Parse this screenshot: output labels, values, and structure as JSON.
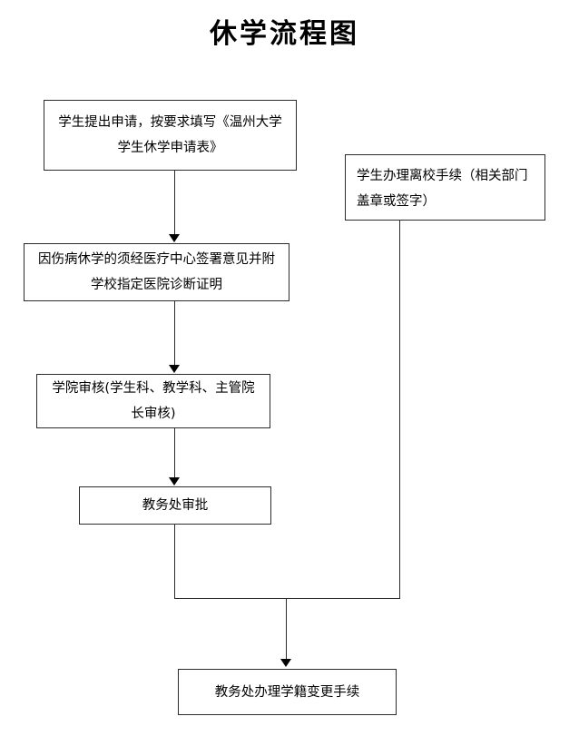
{
  "document": {
    "title": "休学流程图"
  },
  "flowchart": {
    "type": "flowchart",
    "orientation": "top-to-bottom",
    "nodes": [
      {
        "id": "apply",
        "label": "学生提出申请，按要求填写《温州大学学生休学申请表》",
        "shape": "rectangle",
        "align": "center"
      },
      {
        "id": "medical",
        "label": "因伤病休学的须经医疗中心签署意见并附学校指定医院诊断证明",
        "shape": "rectangle",
        "align": "center"
      },
      {
        "id": "college-review",
        "label": "学院审核(学生科、教学科、主管院长审核)",
        "shape": "rectangle",
        "align": "center"
      },
      {
        "id": "academic-approval",
        "label": "教务处审批",
        "shape": "rectangle",
        "align": "center"
      },
      {
        "id": "leave-procedures",
        "label": "学生办理离校手续（相关部门盖章或签字）",
        "shape": "rectangle",
        "align": "left"
      },
      {
        "id": "status-change",
        "label": "教务处办理学籍变更手续",
        "shape": "rectangle",
        "align": "center"
      }
    ],
    "edges": [
      {
        "from": "apply",
        "to": "medical",
        "style": "arrow"
      },
      {
        "from": "medical",
        "to": "college-review",
        "style": "arrow"
      },
      {
        "from": "college-review",
        "to": "academic-approval",
        "style": "arrow"
      },
      {
        "from": "academic-approval",
        "to": "status-change",
        "style": "merge-line"
      },
      {
        "from": "leave-procedures",
        "to": "status-change",
        "style": "merge-line"
      }
    ]
  },
  "colors": {
    "stroke": "#2b2b2b",
    "background": "#ffffff",
    "text": "#000000"
  }
}
